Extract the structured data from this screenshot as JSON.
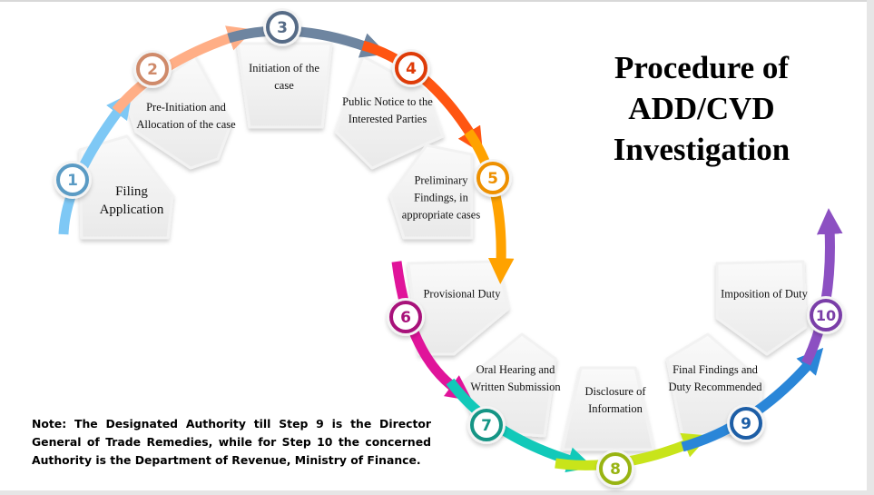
{
  "title": {
    "line1": "Procedure of",
    "line2": "ADD/CVD",
    "line3": "Investigation"
  },
  "note": "Note: The Designated Authority till Step 9 is the Director General of Trade Remedies, while for Step 10 the concerned Authority is the Department of Revenue, Ministry of Finance.",
  "steps": [
    {
      "number": "1",
      "label": "Filing Application",
      "ring_color": "#5b9bc4",
      "arrow_color": "#7ec8f5"
    },
    {
      "number": "2",
      "label": "Pre-Initiation and Allocation of the case",
      "ring_color": "#cf8a6a",
      "arrow_color": "#ffae86"
    },
    {
      "number": "3",
      "label": "Initiation of the case",
      "ring_color": "#566b86",
      "arrow_color": "#6e85a0"
    },
    {
      "number": "4",
      "label": "Public Notice to the Interested Parties",
      "ring_color": "#de3b08",
      "arrow_color": "#ff5512"
    },
    {
      "number": "5",
      "label": "Preliminary Findings, in appropriate cases",
      "ring_color": "#ee9000",
      "arrow_color": "#ffa200"
    },
    {
      "number": "6",
      "label": "Provisional Duty",
      "ring_color": "#a8127a",
      "arrow_color": "#e0149a"
    },
    {
      "number": "7",
      "label": "Oral Hearing and Written Submission",
      "ring_color": "#159585",
      "arrow_color": "#12c9b9"
    },
    {
      "number": "8",
      "label": "Disclosure of Information",
      "ring_color": "#98b412",
      "arrow_color": "#c8e41a"
    },
    {
      "number": "9",
      "label": "Final Findings and Duty Recommended",
      "ring_color": "#1d5ea6",
      "arrow_color": "#2a86d8"
    },
    {
      "number": "10",
      "label": "Imposition of Duty",
      "ring_color": "#7a3ea8",
      "arrow_color": "#8c50c2"
    }
  ]
}
